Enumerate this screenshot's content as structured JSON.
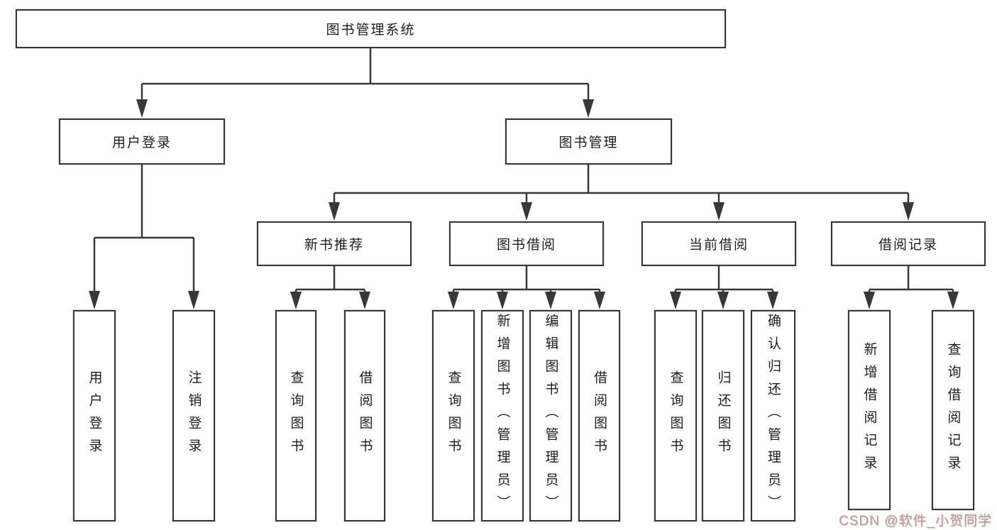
{
  "nodes": {
    "root": {
      "label": "图书管理系统"
    },
    "user_login": {
      "label": "用户登录"
    },
    "book_mgmt": {
      "label": "图书管理"
    },
    "new_books": {
      "label": "新书推荐"
    },
    "book_borrow": {
      "label": "图书借阅"
    },
    "current_borrow": {
      "label": "当前借阅"
    },
    "borrow_records": {
      "label": "借阅记录"
    },
    "leaf_login": {
      "label": "用户登录"
    },
    "leaf_logout": {
      "label": "注销登录"
    },
    "leaf_nb_query": {
      "label": "查询图书"
    },
    "leaf_nb_borrow": {
      "label": "借阅图书"
    },
    "leaf_bb_query": {
      "label": "查询图书"
    },
    "leaf_bb_add": {
      "label": "新增图书（管理员）"
    },
    "leaf_bb_edit": {
      "label": "编辑图书（管理员）"
    },
    "leaf_bb_borrow": {
      "label": "借阅图书"
    },
    "leaf_cb_query": {
      "label": "查询图书"
    },
    "leaf_cb_return": {
      "label": "归还图书"
    },
    "leaf_cb_confirm": {
      "label": "确认归还（管理员）"
    },
    "leaf_br_add": {
      "label": "新增借阅记录"
    },
    "leaf_br_query": {
      "label": "查询借阅记录"
    }
  },
  "edges": [
    {
      "from": "图书管理系统",
      "to": [
        "用户登录",
        "图书管理"
      ]
    },
    {
      "from": "用户登录",
      "to": [
        "用户登录",
        "注销登录"
      ]
    },
    {
      "from": "图书管理",
      "to": [
        "新书推荐",
        "图书借阅",
        "当前借阅",
        "借阅记录"
      ]
    },
    {
      "from": "新书推荐",
      "to": [
        "查询图书",
        "借阅图书"
      ]
    },
    {
      "from": "图书借阅",
      "to": [
        "查询图书",
        "新增图书（管理员）",
        "编辑图书（管理员）",
        "借阅图书"
      ]
    },
    {
      "from": "当前借阅",
      "to": [
        "查询图书",
        "归还图书",
        "确认归还（管理员）"
      ]
    },
    {
      "from": "借阅记录",
      "to": [
        "新增借阅记录",
        "查询借阅记录"
      ]
    }
  ],
  "line_color": "#383838",
  "watermark": {
    "text": "CSDN @软件_小贺同学"
  }
}
